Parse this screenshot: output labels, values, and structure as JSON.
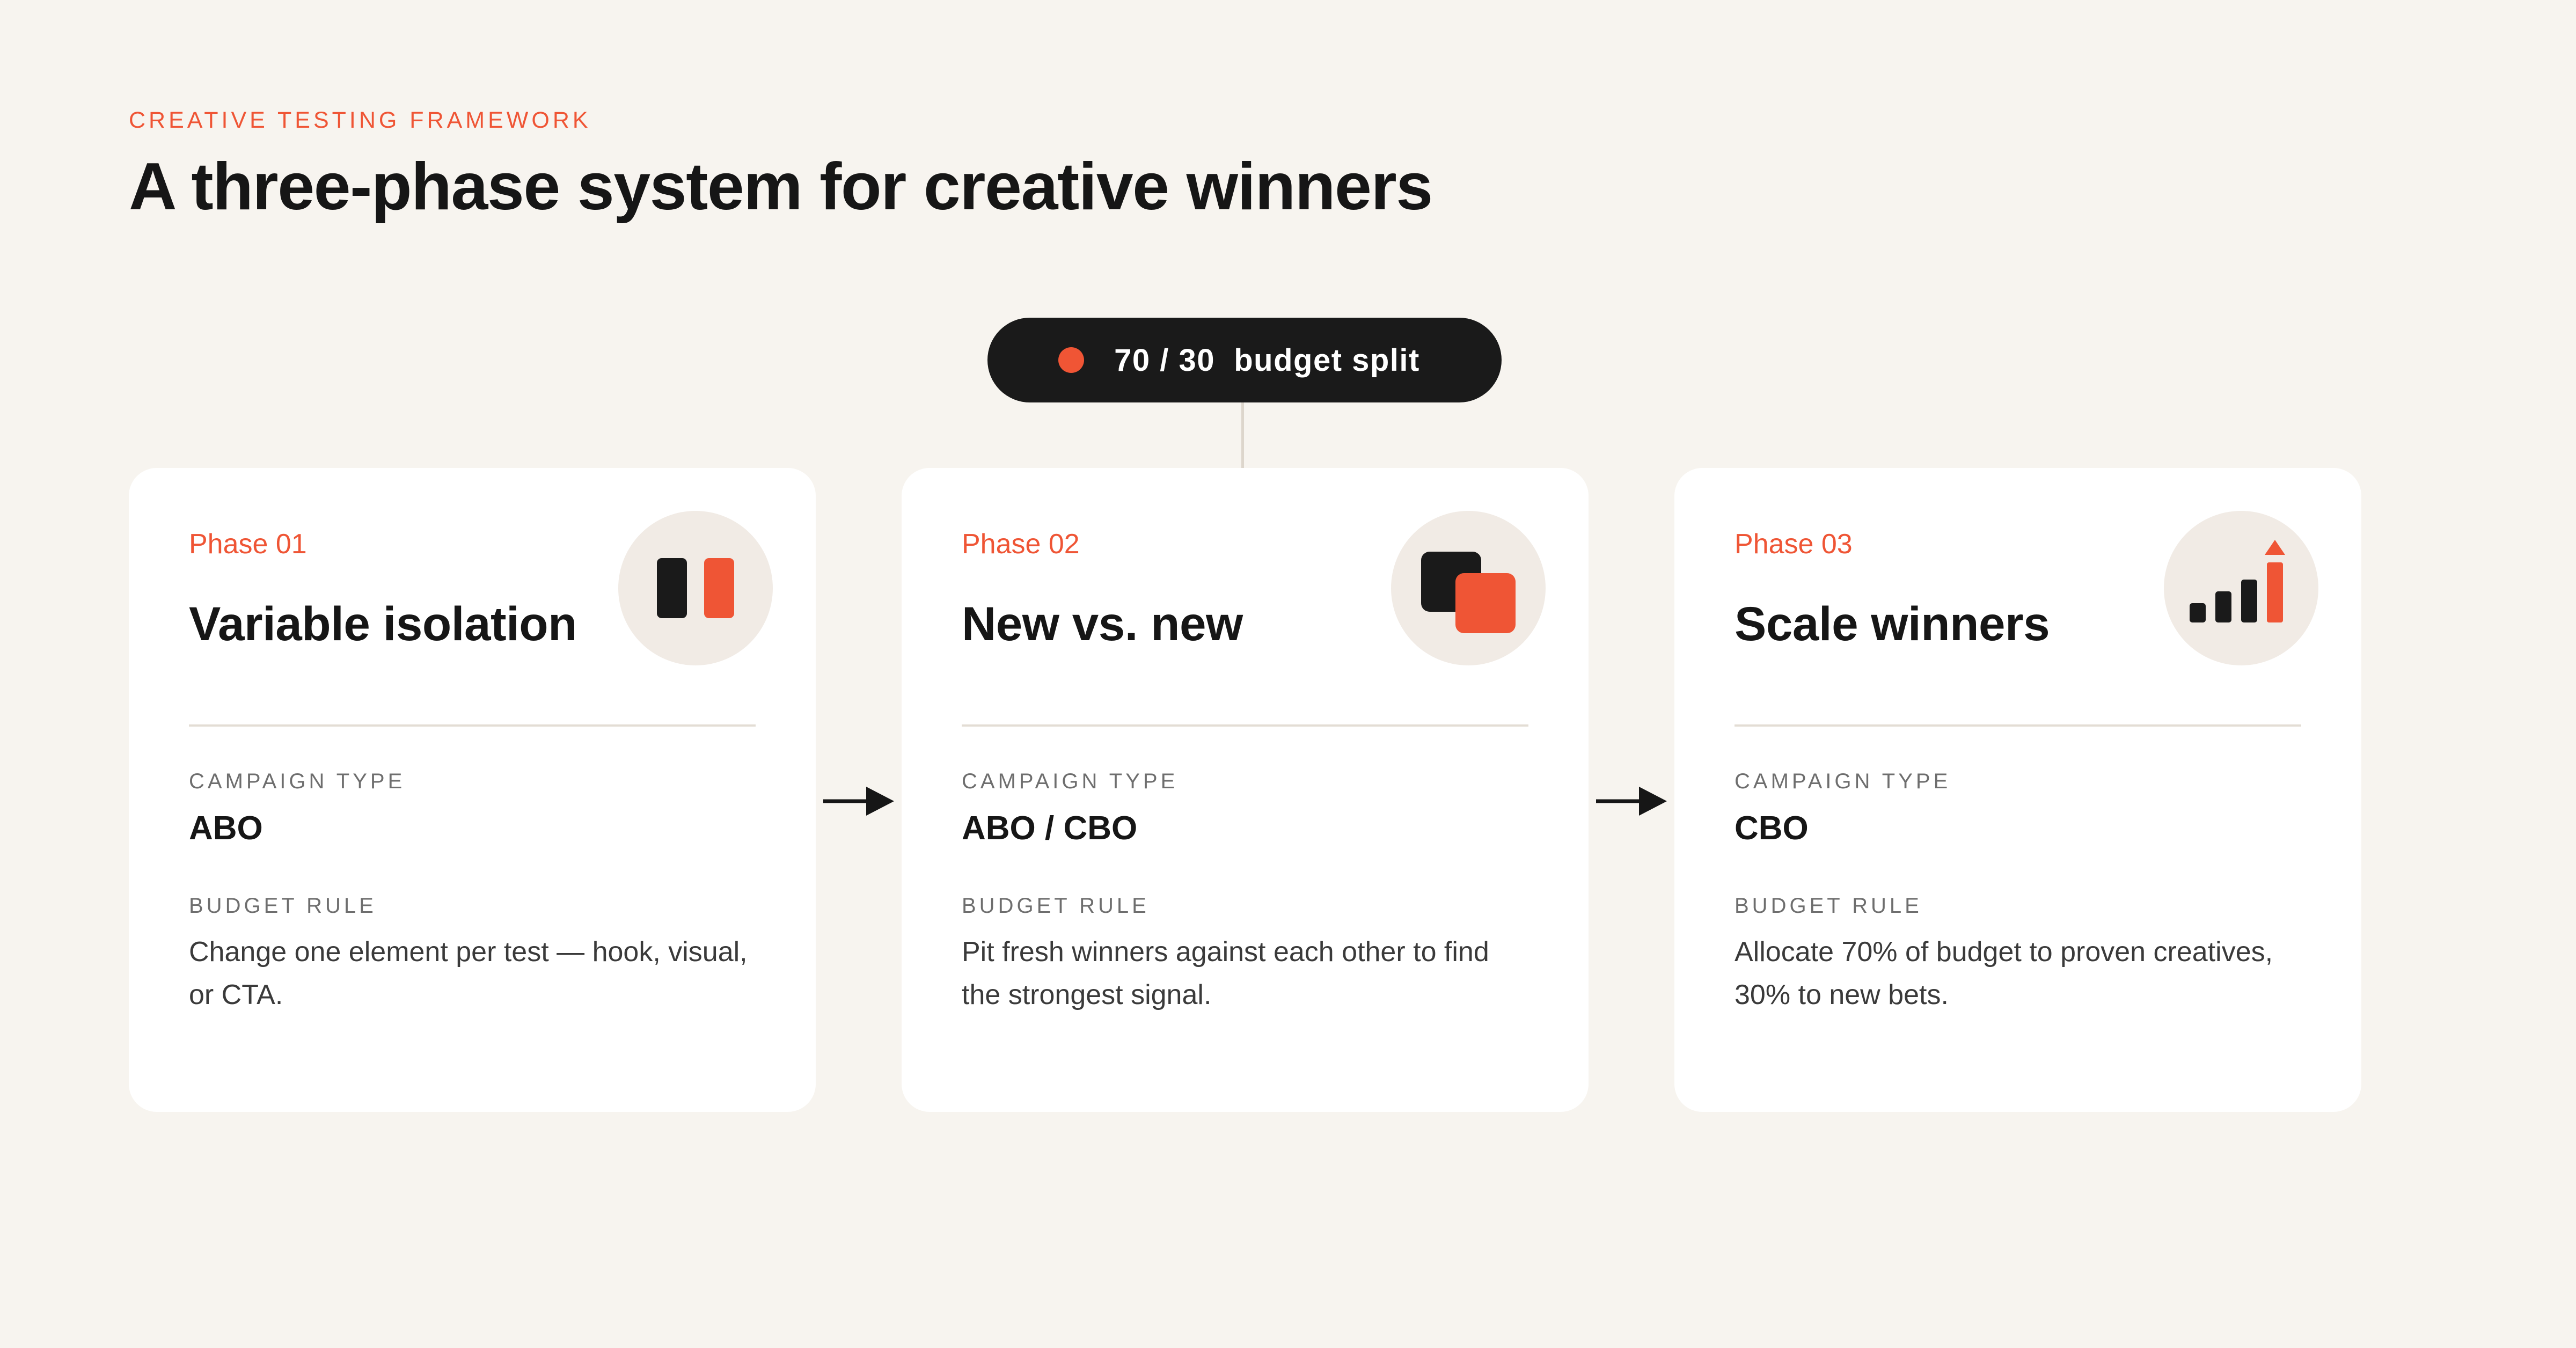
{
  "header": {
    "eyebrow": "CREATIVE TESTING FRAMEWORK",
    "title": "A three-phase system for creative winners"
  },
  "budget_pill": {
    "label": "70 / 30  budget split",
    "dot_color": "#f05535"
  },
  "colors": {
    "accent": "#ef5535",
    "dark": "#1a1a1a",
    "background": "#f7f4ef",
    "card": "#ffffff",
    "icon_circle": "#f1ebe5"
  },
  "cards": [
    {
      "phase": "Phase 01",
      "title": "Variable isolation",
      "icon": "split-bars-icon",
      "campaign_label": "CAMPAIGN TYPE",
      "campaign_value": "ABO",
      "budget_label": "BUDGET RULE",
      "budget_text": "Change one element per test — hook, visual, or CTA."
    },
    {
      "phase": "Phase 02",
      "title": "New vs. new",
      "icon": "overlapping-squares-icon",
      "campaign_label": "CAMPAIGN TYPE",
      "campaign_value": "ABO / CBO",
      "budget_label": "BUDGET RULE",
      "budget_text": "Pit fresh winners against each other to find the strongest signal."
    },
    {
      "phase": "Phase 03",
      "title": "Scale winners",
      "icon": "growth-bars-icon",
      "campaign_label": "CAMPAIGN TYPE",
      "campaign_value": "CBO",
      "budget_label": "BUDGET RULE",
      "budget_text": "Allocate 70% of budget to proven creatives, 30% to new bets."
    }
  ]
}
